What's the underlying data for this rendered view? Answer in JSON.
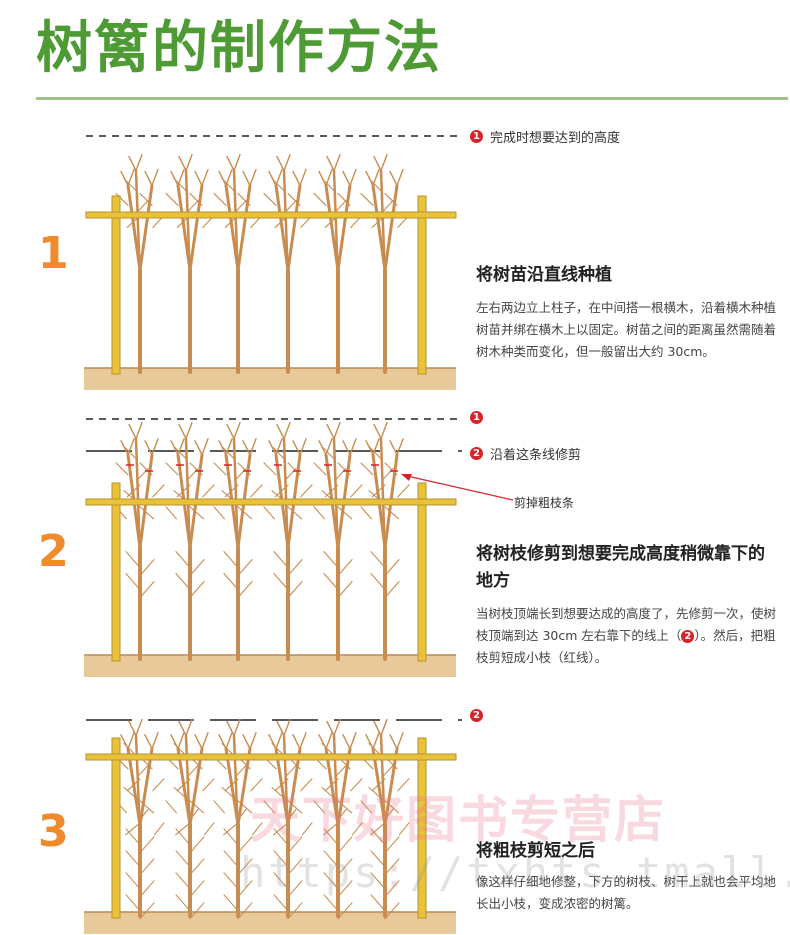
{
  "title": "树篱的制作方法",
  "steps": [
    {
      "number": "1",
      "markers": [
        {
          "badge": "❶",
          "text": "完成时想要达到的高度"
        }
      ],
      "heading": "将树苗沿直线种植",
      "body": "左右两边立上柱子，在中间搭一根横木，沿着横木种植树苗并绑在横木上以固定。树苗之间的距离虽然需随着树木种类而变化，但一般留出大约 30cm。"
    },
    {
      "number": "2",
      "markers": [
        {
          "badge": "❶",
          "text": ""
        },
        {
          "badge": "❷",
          "text": "沿着这条线修剪"
        }
      ],
      "callout": "剪掉粗枝条",
      "heading": "将树枝修剪到想要完成高度稍微靠下的地方",
      "body_a": "当树枝顶端长到想要达成的高度了，先修剪一次，使树枝顶端到达 30cm 左右靠下的线上（",
      "body_badge": "2",
      "body_b": "）。然后，把粗枝剪短成小枝（红线）。"
    },
    {
      "number": "3",
      "markers": [
        {
          "badge": "❷",
          "text": ""
        }
      ],
      "heading": "将粗枝剪短之后",
      "body": "像这样仔细地修整，下方的树枝、树干上就也会平均地长出小枝，变成浓密的树篱。"
    }
  ],
  "watermark": "天下好图书专营店",
  "watermark_url": "https://txhts.tmall.com",
  "colors": {
    "title": "#4e9a34",
    "step_number": "#f08a2a",
    "badge": "#d8232a",
    "trunk": "#c98c50",
    "post": "#e8c23a",
    "ground": "#e8c99a"
  }
}
